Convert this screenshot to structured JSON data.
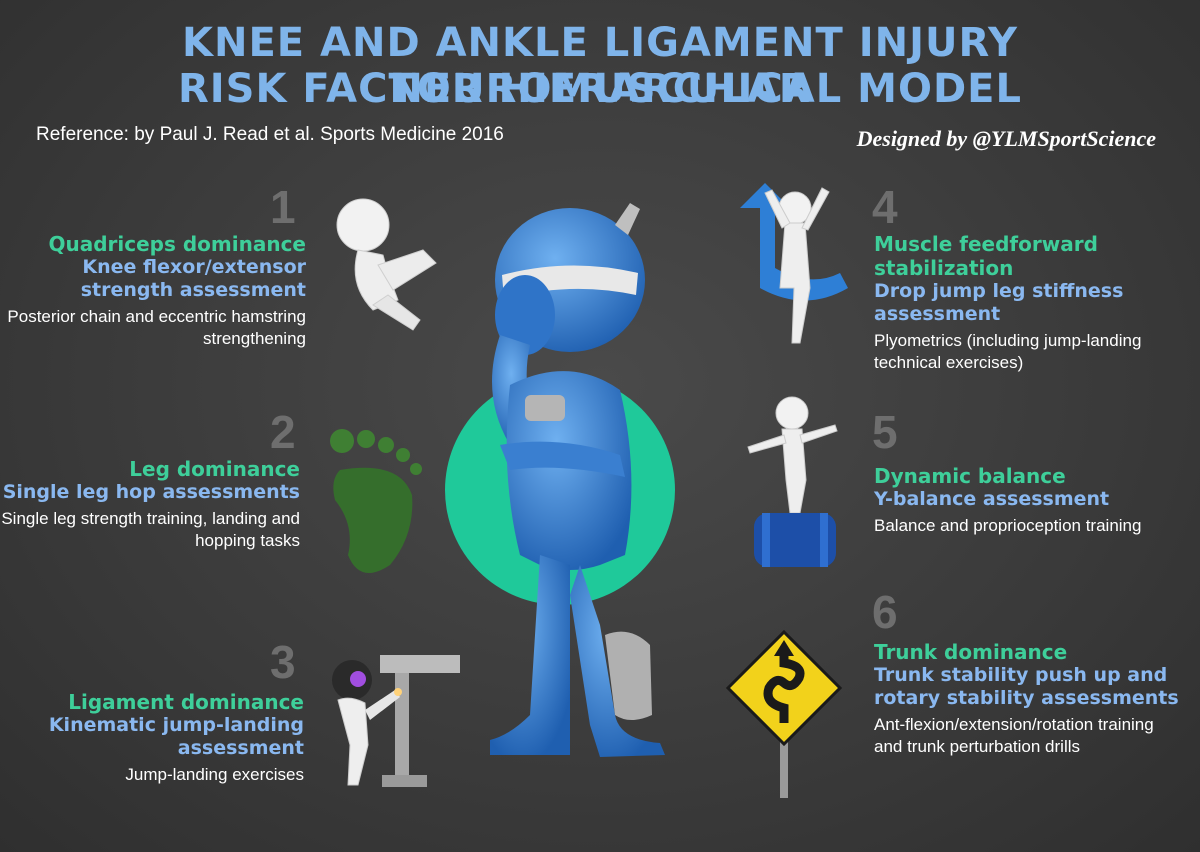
{
  "title_line1": "Knee and Ankle Ligament Injury Neuromuscular",
  "title_line2": "Risk Factor Hierarchical Model",
  "reference": "Reference: by Paul J. Read et al. Sports Medicine 2016",
  "designed_by": "Designed by @YLMSportScience",
  "colors": {
    "title": "#7fb4ea",
    "factor": "#3ecf9a",
    "assessment": "#8ab8f0",
    "number": "#6e6e6e",
    "circle": "#1fc99a",
    "figure": "#3a7fd0"
  },
  "factors": [
    {
      "number": "1",
      "factor": "Quadriceps dominance",
      "assessment": "Knee flexor/extensor strength assessment",
      "training": "Posterior chain and eccentric hamstring strengthening",
      "icon": "figure-holding-knee-icon"
    },
    {
      "number": "2",
      "factor": "Leg dominance",
      "assessment": "Single leg hop assessments",
      "training": "Single leg strength training, landing and hopping tasks",
      "icon": "grass-footprint-icon"
    },
    {
      "number": "3",
      "factor": "Ligament dominance",
      "assessment": "Kinematic jump-landing assessment",
      "training": "Jump-landing exercises",
      "icon": "welder-figure-icon"
    },
    {
      "number": "4",
      "factor": "Muscle feedforward stabilization",
      "assessment": "Drop jump leg stiffness assessment",
      "training": "Plyometrics (including jump-landing technical exercises)",
      "icon": "jumping-figure-arrow-icon"
    },
    {
      "number": "5",
      "factor": "Dynamic balance",
      "assessment": "Y-balance assessment",
      "training": "Balance and proprioception training",
      "icon": "balancing-figure-barrel-icon"
    },
    {
      "number": "6",
      "factor": "Trunk dominance",
      "assessment": "Trunk stability push up and rotary stability assessments",
      "training": "Ant-flexion/extension/rotation training and trunk perturbation drills",
      "icon": "winding-road-sign-icon"
    }
  ]
}
